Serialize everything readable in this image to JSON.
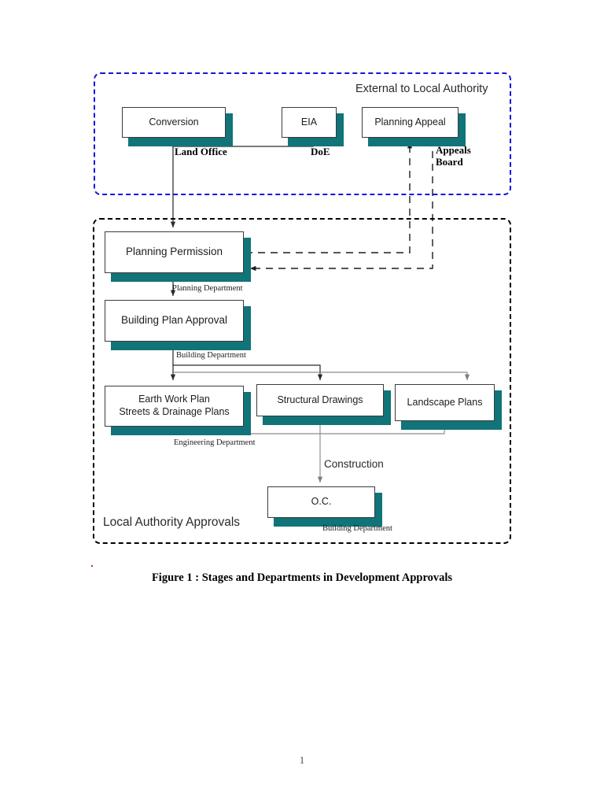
{
  "document": {
    "caption": "Figure 1 : Stages and Departments in Development Approvals",
    "page_number": "1"
  },
  "colors": {
    "box_shadow_teal": "#107478",
    "external_frame_border": "#1414e0",
    "local_frame_border": "#000000",
    "box_border": "#3b3b3b",
    "connector_dark": "#2b2b2b",
    "connector_gray": "#8c8c8c"
  },
  "frames": [
    {
      "id": "external",
      "title": "External to Local Authority",
      "border_style": "dashed",
      "border_color": "#1414e0"
    },
    {
      "id": "local",
      "title": "Local Authority Approvals",
      "border_style": "dashed",
      "border_color": "#000000"
    }
  ],
  "nodes": [
    {
      "id": "conversion",
      "label": "Conversion",
      "font_size": "12.5px"
    },
    {
      "id": "eia",
      "label": "EIA",
      "font_size": "12.5px"
    },
    {
      "id": "planning-appeal",
      "label": "Planning Appeal",
      "font_size": "12.5px"
    },
    {
      "id": "planning-permission",
      "label": "Planning Permission",
      "font_size": "13.5px"
    },
    {
      "id": "building-plan-approval",
      "label": "Building Plan Approval",
      "font_size": "13.5px"
    },
    {
      "id": "earth-work-plan",
      "label": "Earth Work Plan\nStreets & Drainage Plans",
      "font_size": "12.5px"
    },
    {
      "id": "structural-drawings",
      "label": "Structural Drawings",
      "font_size": "12.5px"
    },
    {
      "id": "landscape-plans",
      "label": "Landscape Plans",
      "font_size": "12.5px"
    },
    {
      "id": "oc",
      "label": "O.C.",
      "font_size": "12.5px"
    }
  ],
  "agencies": [
    {
      "id": "land-office",
      "label": "Land Office"
    },
    {
      "id": "doe",
      "label": "DoE"
    },
    {
      "id": "appeals-board",
      "label": "Appeals\nBoard"
    }
  ],
  "departments": [
    {
      "id": "planning-department",
      "label": "Planning Department"
    },
    {
      "id": "building-department",
      "label": "Building Department"
    },
    {
      "id": "engineering-department",
      "label": "Engineering Department"
    },
    {
      "id": "building-department-oc",
      "label": "Building Department"
    }
  ],
  "edge_labels": [
    {
      "id": "construction",
      "label": "Construction"
    }
  ]
}
